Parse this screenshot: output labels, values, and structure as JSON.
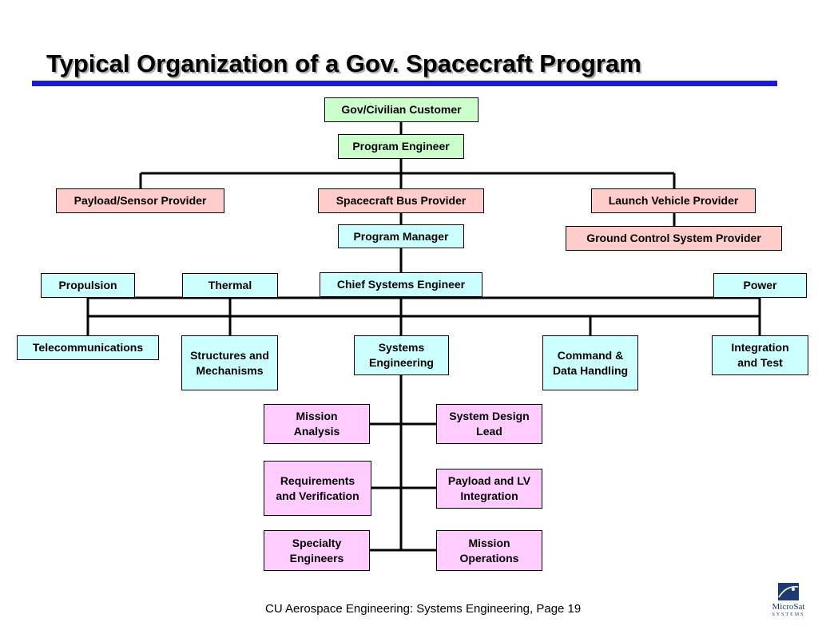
{
  "title": "Typical Organization of a Gov. Spacecraft Program",
  "footer": "CU Aerospace Engineering: Systems Engineering, Page 19",
  "logo": {
    "name": "MicroSat",
    "sub": "SYSTEMS"
  },
  "colors": {
    "title_rule": "#1a1ad8",
    "customer": "#ccffcc",
    "provider": "#ffcccc",
    "subsystem": "#ccffff",
    "se_function": "#ffccff",
    "logo": "#1f3a6e"
  },
  "nodes": {
    "customer": "Gov/Civilian Customer",
    "program_engineer": "Program Engineer",
    "payload_provider": "Payload/Sensor Provider",
    "bus_provider": "Spacecraft Bus Provider",
    "lv_provider": "Launch Vehicle Provider",
    "program_manager": "Program Manager",
    "ground_provider": "Ground Control System Provider",
    "chief_se": "Chief Systems Engineer",
    "propulsion": "Propulsion",
    "thermal": "Thermal",
    "power": "Power",
    "telecom": "Telecommunications",
    "structures": "Structures and Mechanisms",
    "systems_engineering": "Systems Engineering",
    "cdh": "Command & Data Handling",
    "integration": "Integration and Test",
    "mission_analysis": "Mission Analysis",
    "system_design_lead": "System Design Lead",
    "requirements": "Requirements and Verification",
    "payload_lv_integration": "Payload and LV Integration",
    "specialty": "Specialty Engineers",
    "mission_operations": "Mission Operations"
  }
}
